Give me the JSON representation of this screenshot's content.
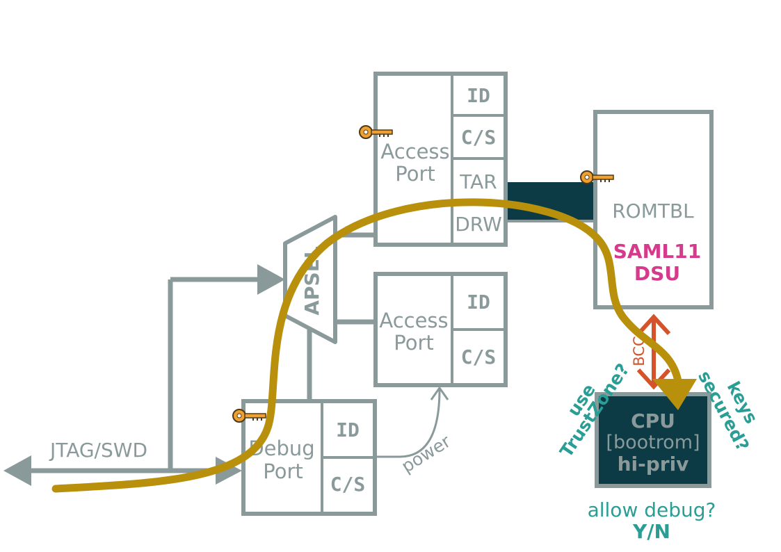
{
  "colors": {
    "box_stroke": "#8a9a9b",
    "bus_fill": "#0c3b45",
    "path": "#b8900c",
    "bcc_arrow": "#d4532a",
    "teal": "#2a9d94",
    "pink": "#d63a8a",
    "key": "#f0a030"
  },
  "access_port_1": {
    "name_line1": "Access",
    "name_line2": "Port",
    "regs": [
      "ID",
      "C/S",
      "TAR",
      "DRW"
    ]
  },
  "access_port_2": {
    "name_line1": "Access",
    "name_line2": "Port",
    "regs": [
      "ID",
      "C/S"
    ]
  },
  "debug_port": {
    "name_line1": "Debug",
    "name_line2": "Port",
    "regs": [
      "ID",
      "C/S"
    ]
  },
  "apsel": {
    "label": "APSEL"
  },
  "romtbl": {
    "label": "ROMTBL",
    "device_line1": "SAML11",
    "device_line2": "DSU"
  },
  "jtag": {
    "label": "JTAG/SWD"
  },
  "power": {
    "label": "power"
  },
  "bcc": {
    "label": "BCC"
  },
  "cpu": {
    "line1": "CPU",
    "line2": "[bootrom]",
    "line3": "hi-priv"
  },
  "questions": {
    "trustzone_line1": "use",
    "trustzone_line2": "TrustZone?",
    "keys_line1": "keys",
    "keys_line2": "secured?",
    "debug_line1": "allow debug?",
    "debug_line2": "Y/N"
  },
  "icons": [
    "key-icon",
    "key-icon",
    "key-icon"
  ]
}
